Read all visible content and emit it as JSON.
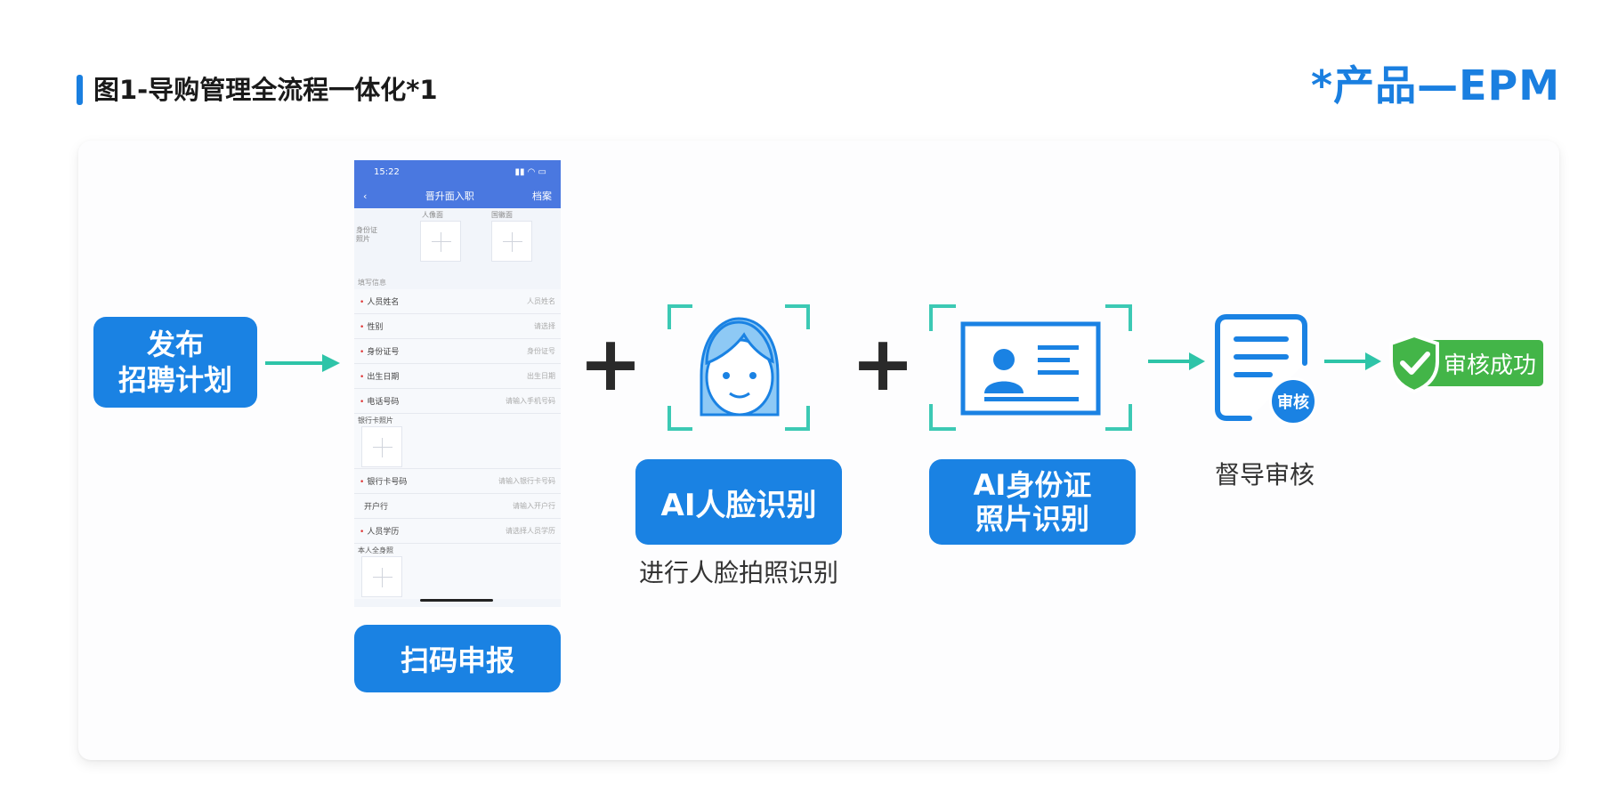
{
  "header": {
    "title": "图1-导购管理全流程一体化*1",
    "product_tag": "*产品—EPM",
    "accent_color": "#1a7fe0"
  },
  "flow": {
    "publish_button": {
      "line1": "发布",
      "line2": "招聘计划"
    },
    "phone_form": {
      "status_time": "15:22",
      "nav_title": "晋升面入职",
      "nav_right": "档案",
      "photo_left_label": "人像面",
      "photo_right_label": "国徽面",
      "id_label_line1": "身份证",
      "id_label_line2": "照片",
      "section_label": "填写信息",
      "fields": [
        {
          "label": "人员姓名",
          "placeholder": "人员姓名",
          "required": true
        },
        {
          "label": "性别",
          "placeholder": "请选择",
          "required": true
        },
        {
          "label": "身份证号",
          "placeholder": "身份证号",
          "required": true
        },
        {
          "label": "出生日期",
          "placeholder": "出生日期",
          "required": true
        },
        {
          "label": "电话号码",
          "placeholder": "请输入手机号码",
          "required": true
        }
      ],
      "bank_card_label": "银行卡照片",
      "fields2": [
        {
          "label": "银行卡号码",
          "placeholder": "请输入银行卡号码",
          "required": true
        },
        {
          "label": "开户行",
          "placeholder": "请输入开户行",
          "required": false
        },
        {
          "label": "人员学历",
          "placeholder": "请选择人员学历",
          "required": true
        }
      ],
      "fullbody_label": "本人全身照"
    },
    "scan_button": "扫码申报",
    "face_button": "AI人脸识别",
    "face_caption": "进行人脸拍照识别",
    "id_button": {
      "line1": "AI身份证",
      "line2": "照片识别"
    },
    "review_badge": "审核",
    "review_caption": "督导审核",
    "success_label": "审核成功",
    "icon_names": [
      "face-icon",
      "id-card-icon",
      "document-review-icon",
      "shield-check-icon"
    ],
    "colors": {
      "button_blue": "#1a82e3",
      "arrow_teal": "#2ec4a8",
      "bracket_teal": "#3cc9b4",
      "success_green": "#43b548"
    }
  }
}
